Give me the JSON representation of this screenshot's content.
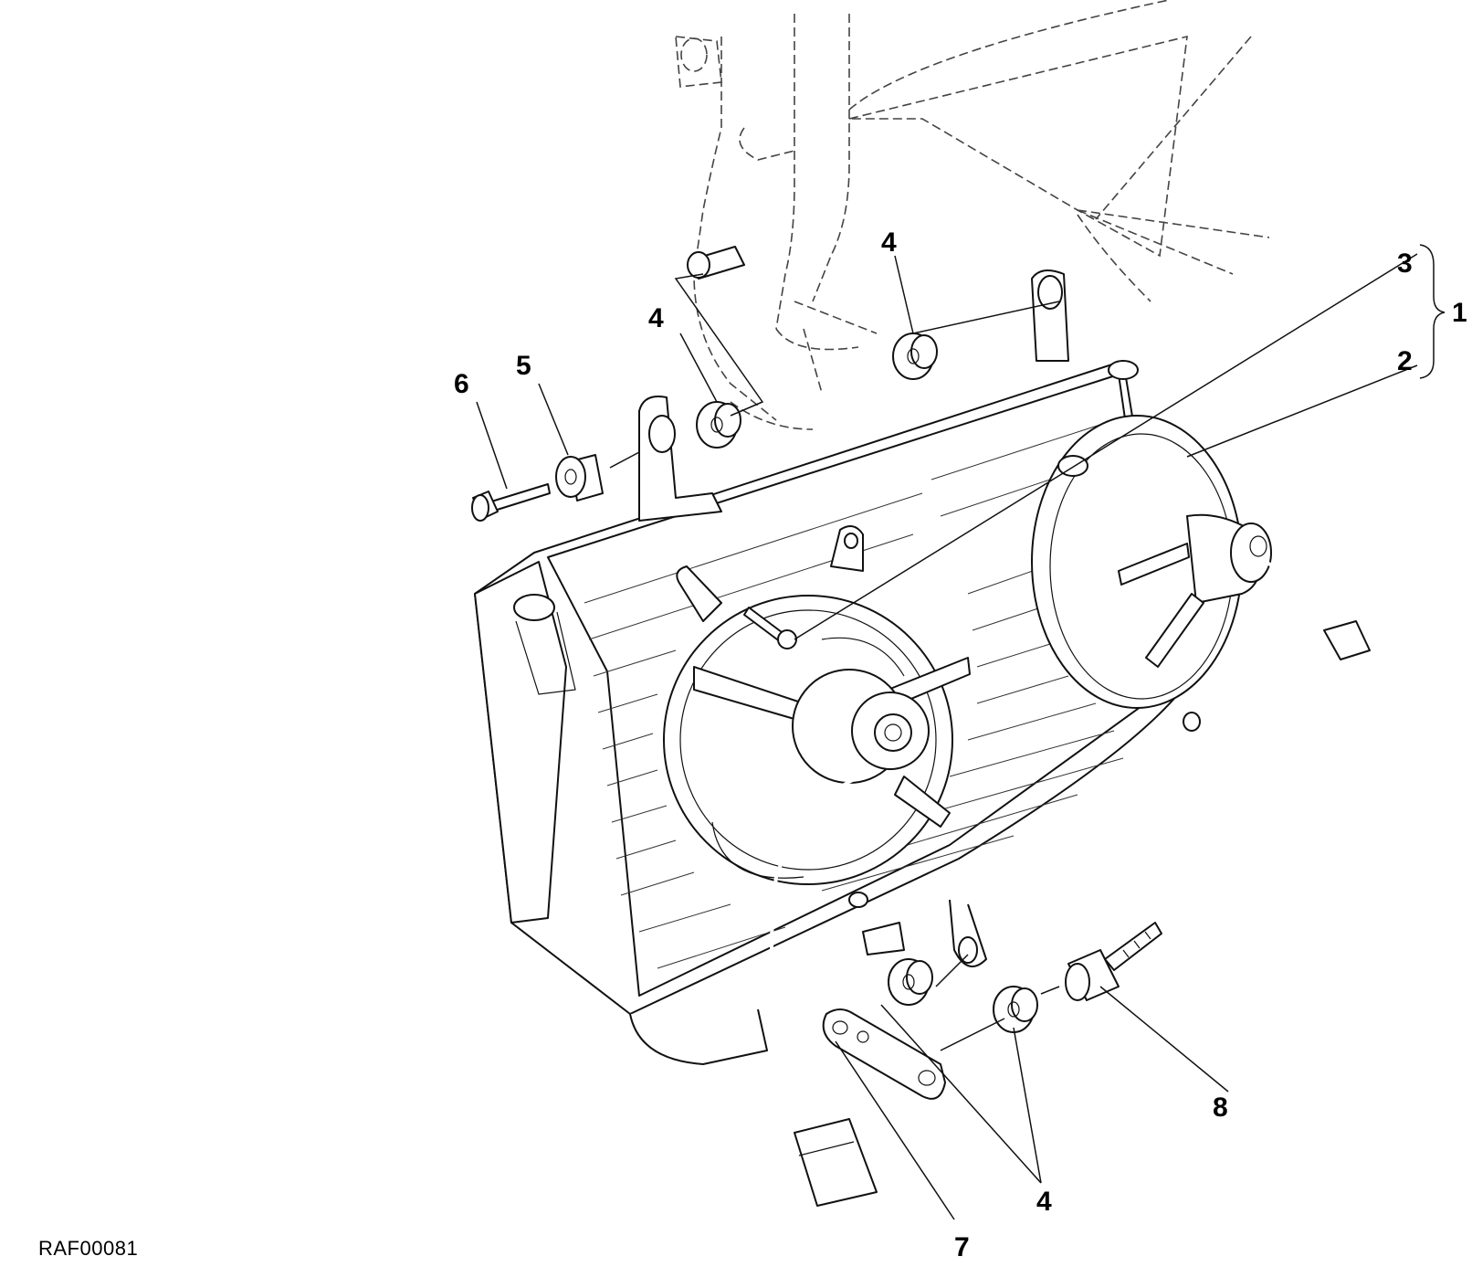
{
  "callouts": {
    "c1": "1",
    "c2": "2",
    "c3": "3",
    "c4_top": "4",
    "c4_left": "4",
    "c4_bottom": "4",
    "c5": "5",
    "c6": "6",
    "c7": "7",
    "c8": "8"
  },
  "drawing_code": "RAF00081"
}
